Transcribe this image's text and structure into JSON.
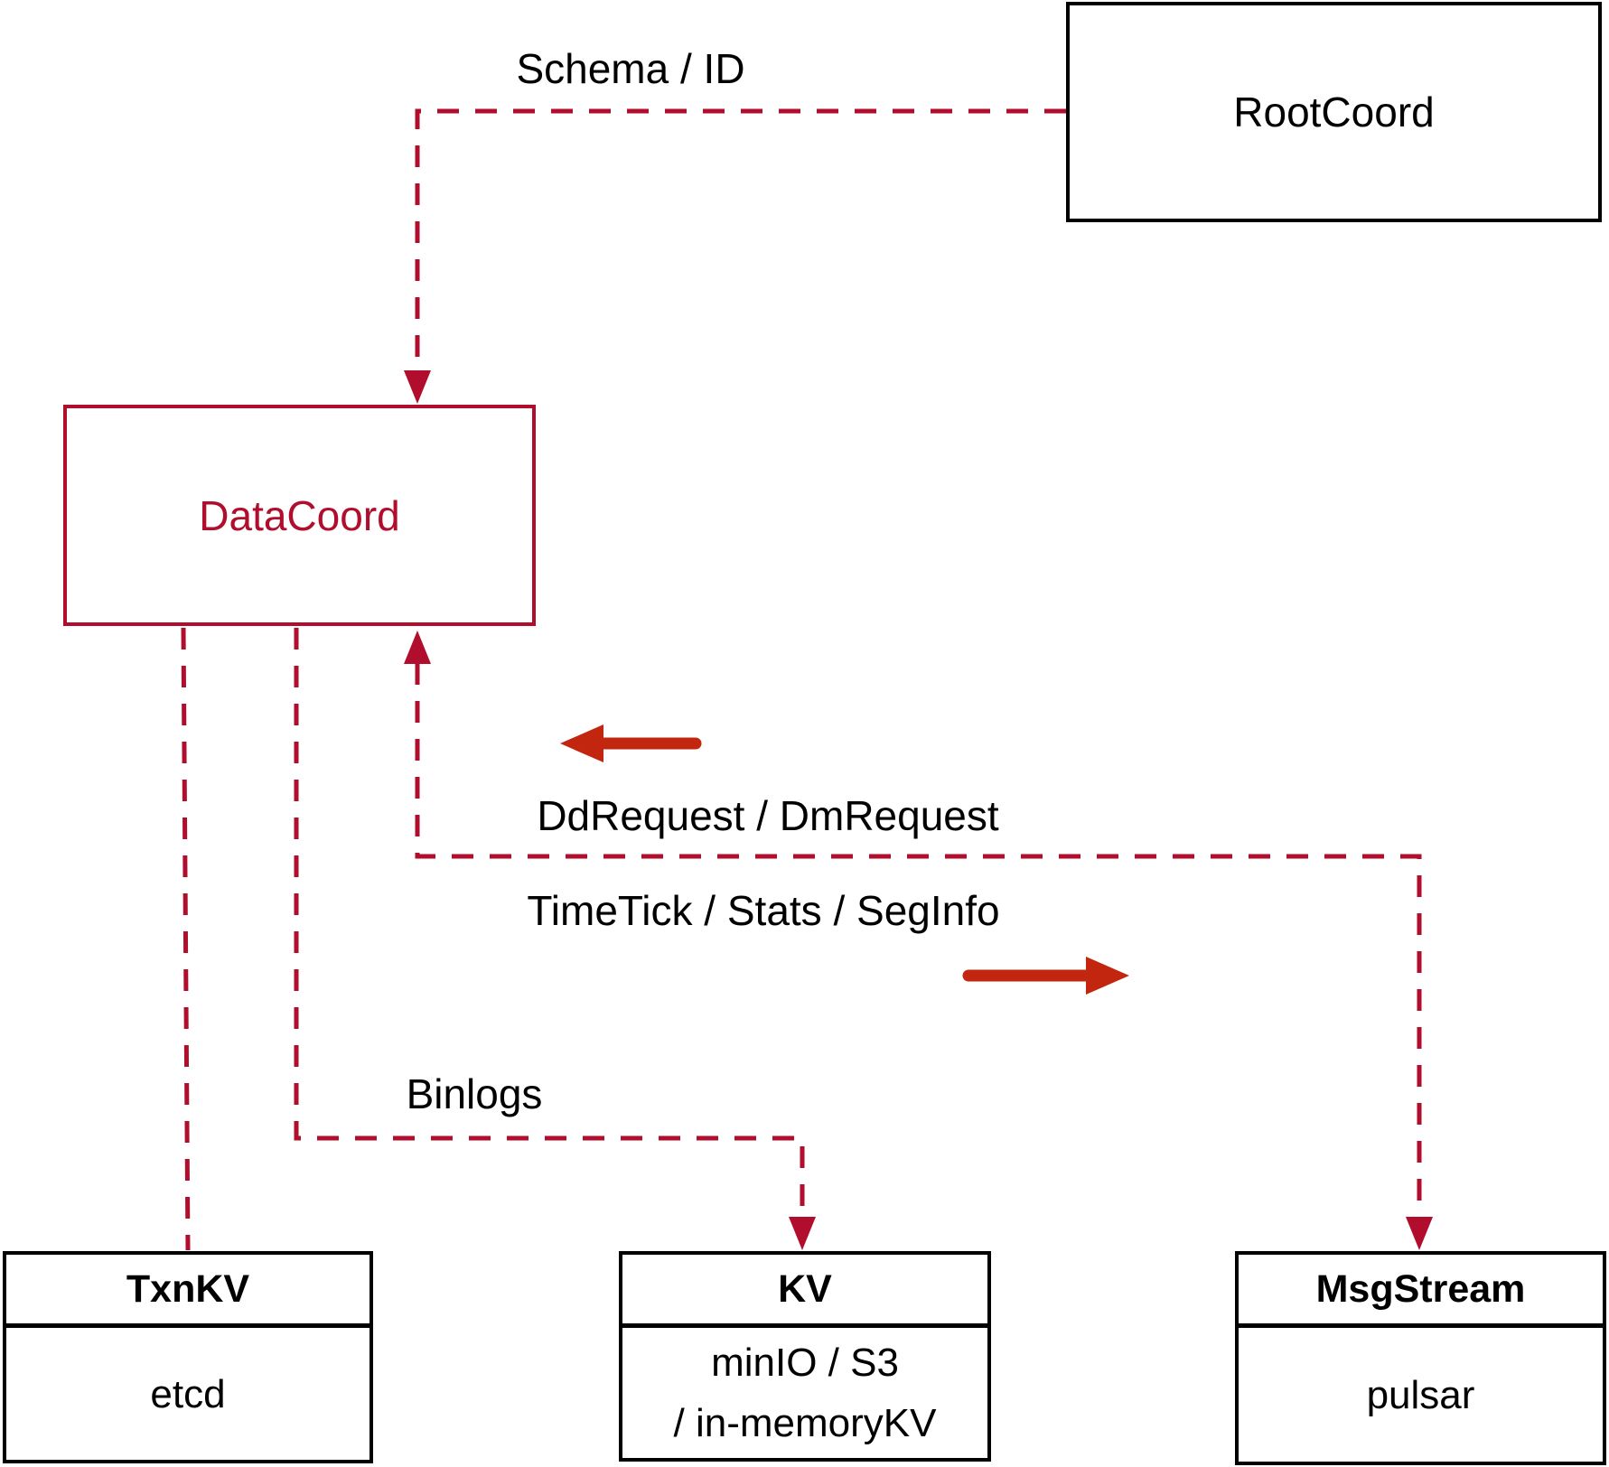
{
  "colors": {
    "dark_red": "#B00E2C",
    "bright_red": "#C2260F",
    "black": "#000000",
    "background": "#FFFFFF"
  },
  "nodes": {
    "rootcoord": {
      "label": "RootCoord"
    },
    "datacoord": {
      "label": "DataCoord"
    },
    "txnkv": {
      "header": "TxnKV",
      "body": "etcd"
    },
    "kv": {
      "header": "KV",
      "body_line1": "minIO / S3",
      "body_line2": "/ in-memoryKV"
    },
    "msgstream": {
      "header": "MsgStream",
      "body": "pulsar"
    }
  },
  "edges": {
    "schema_id": {
      "label": "Schema / ID",
      "from": "RootCoord",
      "to": "DataCoord"
    },
    "dd_dm_request": {
      "label": "DdRequest / DmRequest",
      "from": "MsgStream",
      "to": "DataCoord"
    },
    "timetick_stats_seginfo": {
      "label": "TimeTick / Stats / SegInfo",
      "from": "DataCoord",
      "to": "MsgStream"
    },
    "binlogs": {
      "label": "Binlogs",
      "from": "DataCoord",
      "to": "KV"
    },
    "datacoord_txnkv": {
      "label": "",
      "from": "DataCoord",
      "to": "TxnKV"
    }
  }
}
